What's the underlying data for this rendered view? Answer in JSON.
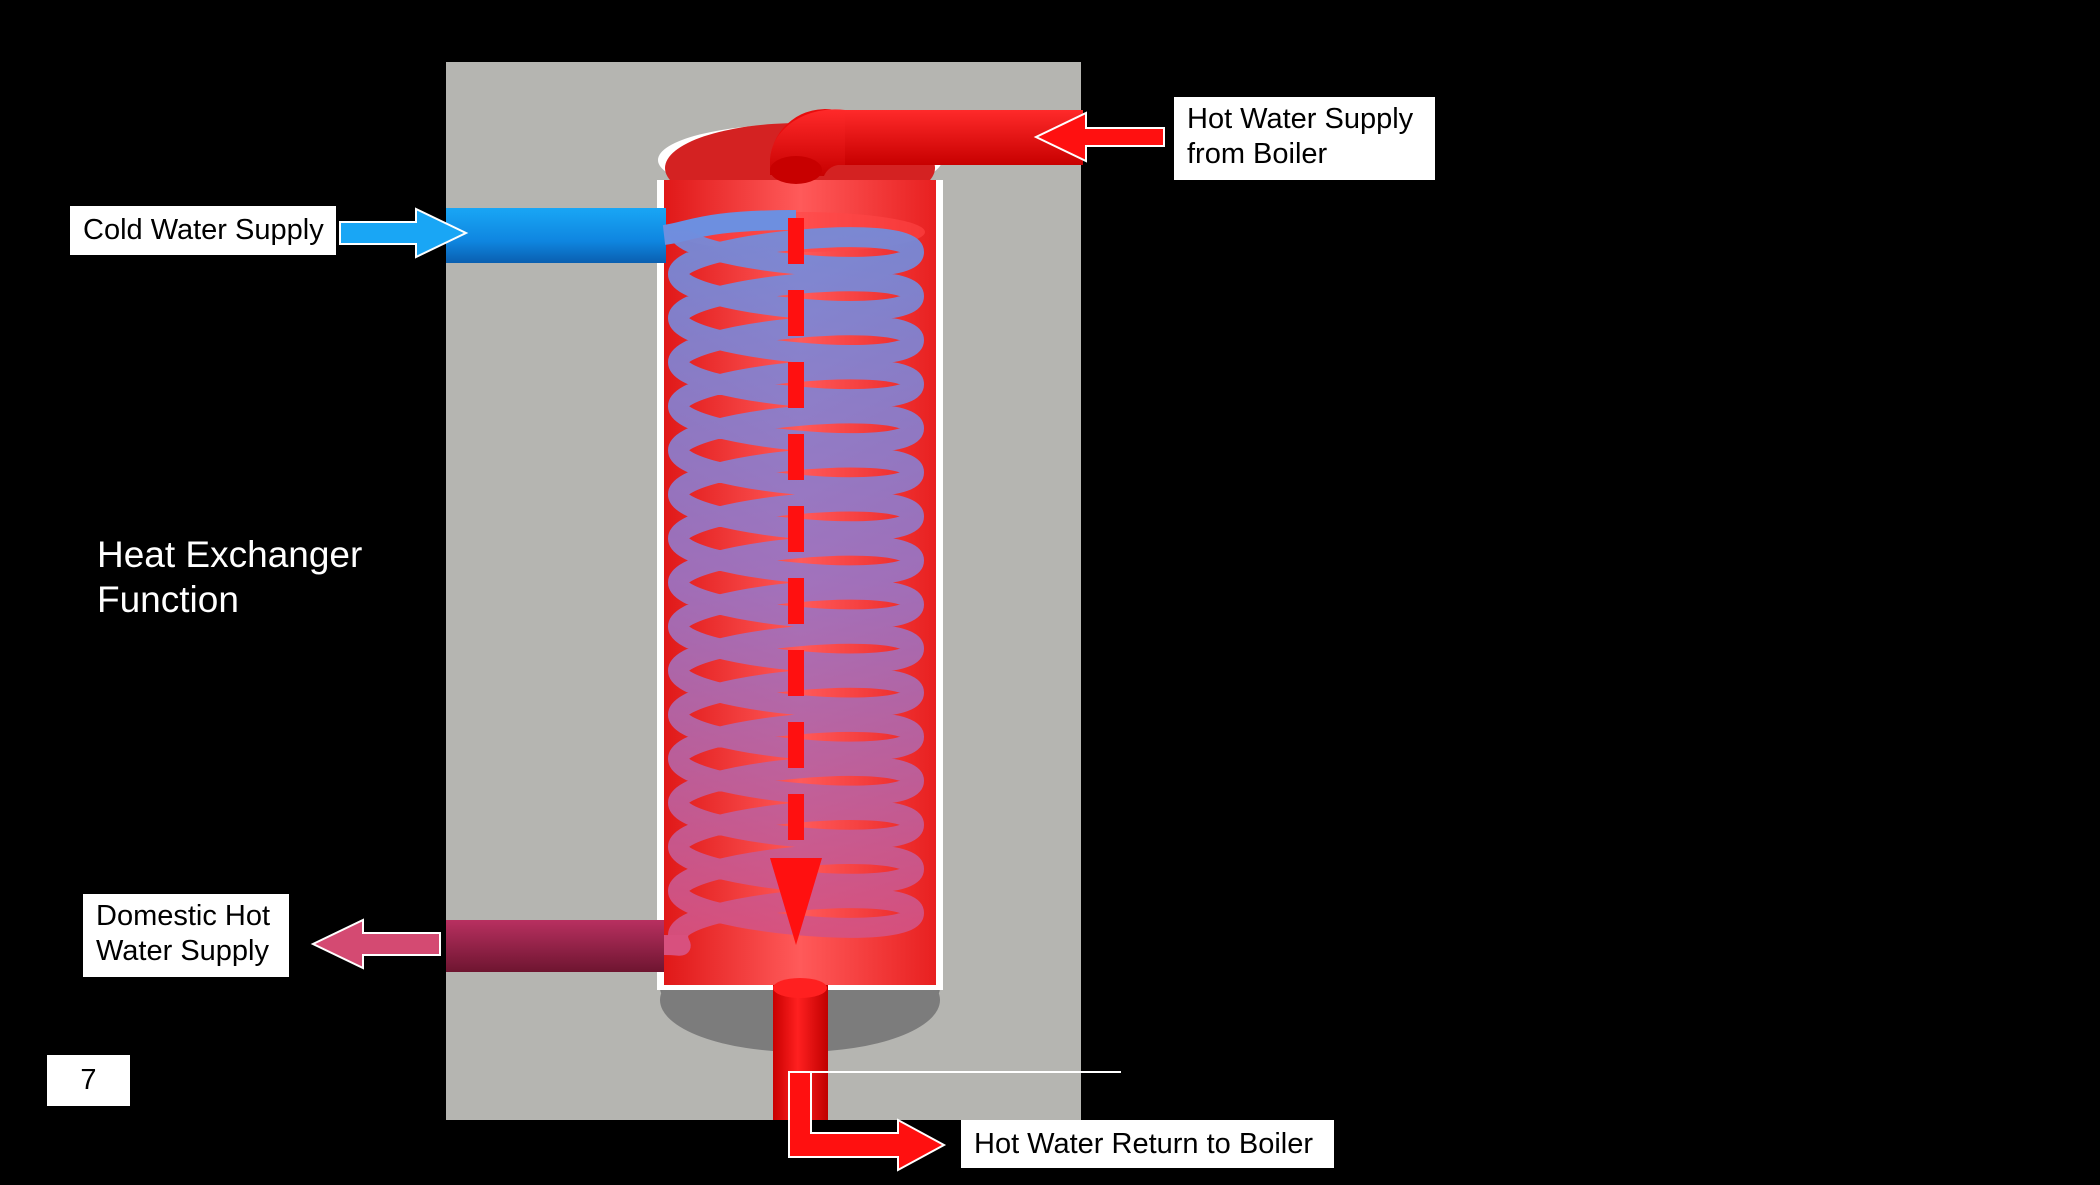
{
  "title": {
    "line1": "Heat Exchanger",
    "line2": "Function"
  },
  "labels": {
    "hot_supply_line1": "Hot Water Supply",
    "hot_supply_line2": "from Boiler",
    "cold_supply": "Cold Water Supply",
    "domestic_line1": "Domestic Hot",
    "domestic_line2": "Water Supply",
    "hot_return": "Hot Water Return to Boiler"
  },
  "page_number": "7",
  "colors": {
    "background": "#000000",
    "panel": "#b5b5b1",
    "hot": "#ff1010",
    "cold": "#1aa0f0",
    "domestic": "#a0284e",
    "coil": "#6f8ee0"
  },
  "coil": {
    "turns": 16
  }
}
